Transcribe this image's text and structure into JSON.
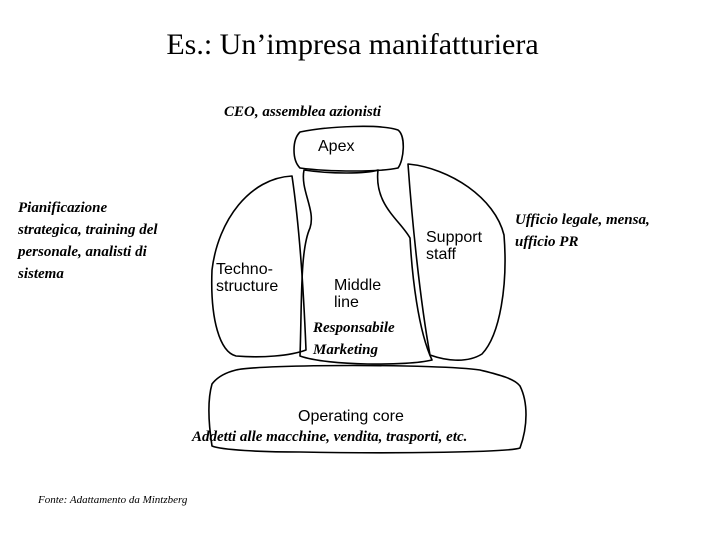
{
  "title": "Es.: Un’impresa manifatturiera",
  "parts": {
    "apex": "Apex",
    "technostructure": "Techno-\nstructure",
    "support_staff": "Support\nstaff",
    "middle_line": "Middle\nline",
    "operating_core": "Operating core"
  },
  "annotations": {
    "ceo": "CEO, assemblea azionisti",
    "technostructure": "Pianificazione\nstrategica, training del\npersonale, analisti di\nsistema",
    "support_staff": "Ufficio legale, mensa,\nufficio PR",
    "middle_line": "Responsabile\nMarketing",
    "operating_core": "Addetti alle macchine, vendita, trasporti, etc."
  },
  "source": "Fonte: Adattamento da Mintzberg"
}
